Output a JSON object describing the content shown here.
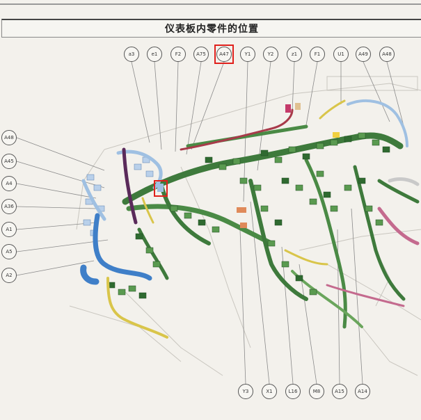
{
  "title": "仪表板内零件的位置",
  "callouts_top": [
    "a3",
    "e1",
    "F2",
    "A75",
    "A47",
    "Y1",
    "Y2",
    "z1",
    "F1",
    "U1",
    "A49",
    "A48"
  ],
  "callouts_left": [
    "A48",
    "A45",
    "A4",
    "A36",
    "A1",
    "A5",
    "A2"
  ],
  "callouts_bottom": [
    "Y3",
    "X1",
    "L16",
    "M8",
    "A15",
    "A14"
  ],
  "highlight": "A47",
  "colors": {
    "harness_green": "#3e7a3c",
    "harness_light": "#6aa55c",
    "blue": "#3f7fc8",
    "light_blue": "#9fc0e2",
    "yellow": "#d9c54a",
    "purple": "#5a2a5a",
    "pink": "#c46a8e",
    "orange": "#e08a5a",
    "highlight": "#e0201c"
  }
}
